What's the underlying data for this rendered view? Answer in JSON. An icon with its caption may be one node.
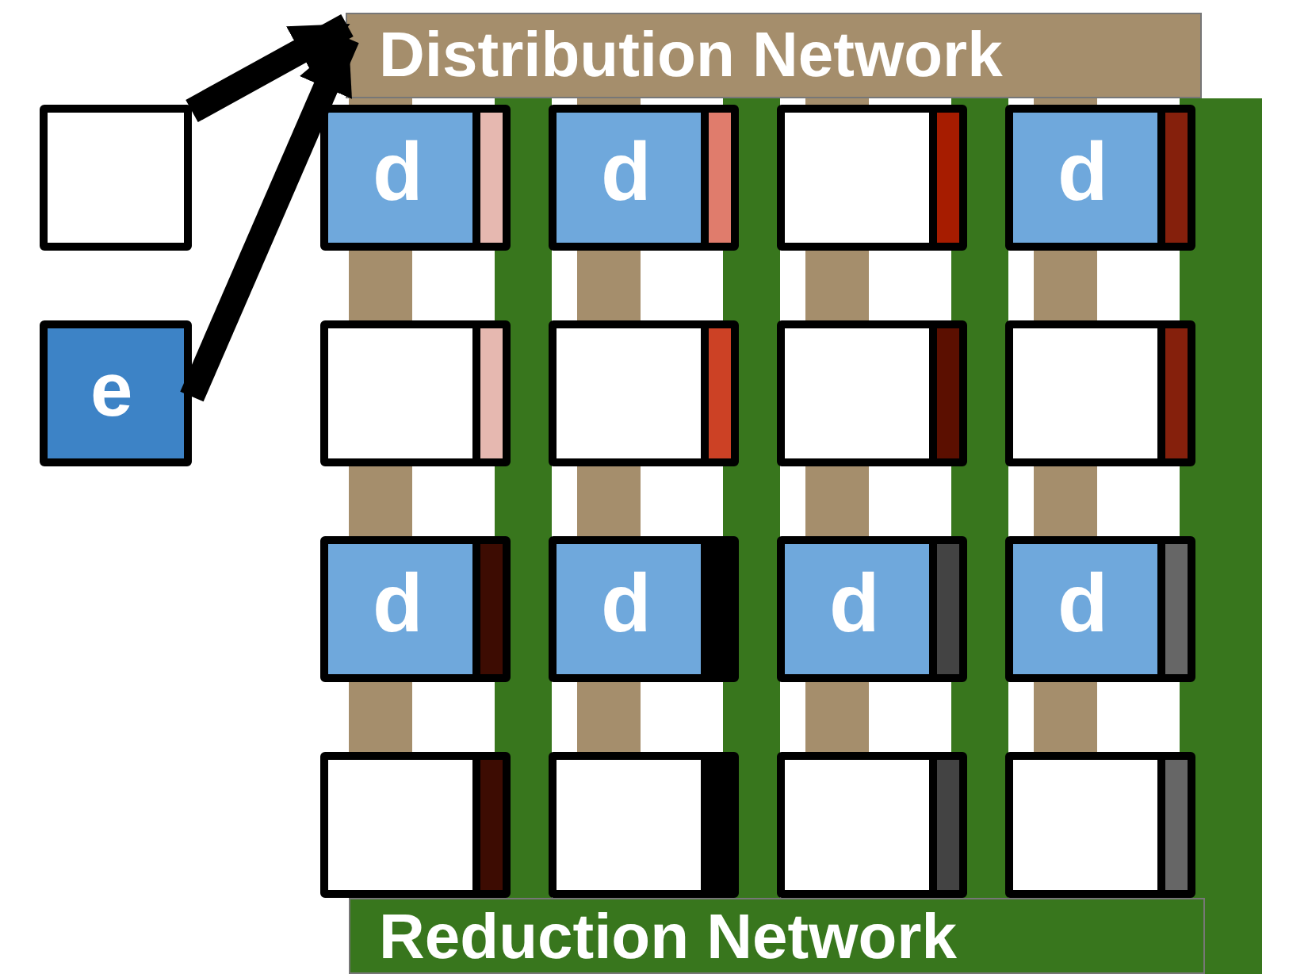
{
  "diagram": {
    "nodes": [
      {
        "text": [
          "Distribution Network"
        ]
      },
      {
        "text": [],
        "shape": "box"
      },
      {
        "text": [
          "e"
        ]
      },
      {
        "text": [
          "d"
        ]
      },
      {
        "text": [
          "d"
        ]
      },
      {
        "text": [],
        "shape": "box"
      },
      {
        "text": [
          "d"
        ]
      },
      {
        "text": [],
        "shape": "box"
      },
      {
        "text": [],
        "shape": "box"
      },
      {
        "text": [],
        "shape": "box"
      },
      {
        "text": [],
        "shape": "box"
      },
      {
        "text": [
          "d"
        ]
      },
      {
        "text": [
          "d"
        ]
      },
      {
        "text": [
          "d"
        ]
      },
      {
        "text": [
          "d"
        ]
      },
      {
        "text": [],
        "shape": "box"
      },
      {
        "text": [],
        "shape": "box"
      },
      {
        "text": [],
        "shape": "box"
      },
      {
        "text": [],
        "shape": "box"
      },
      {
        "text": [
          "Reduction Network"
        ]
      }
    ],
    "edges": [
      {
        "from": 1,
        "to": 0,
        "arrow": "to"
      },
      {
        "from": 2,
        "to": 0,
        "arrow": "to"
      }
    ]
  }
}
